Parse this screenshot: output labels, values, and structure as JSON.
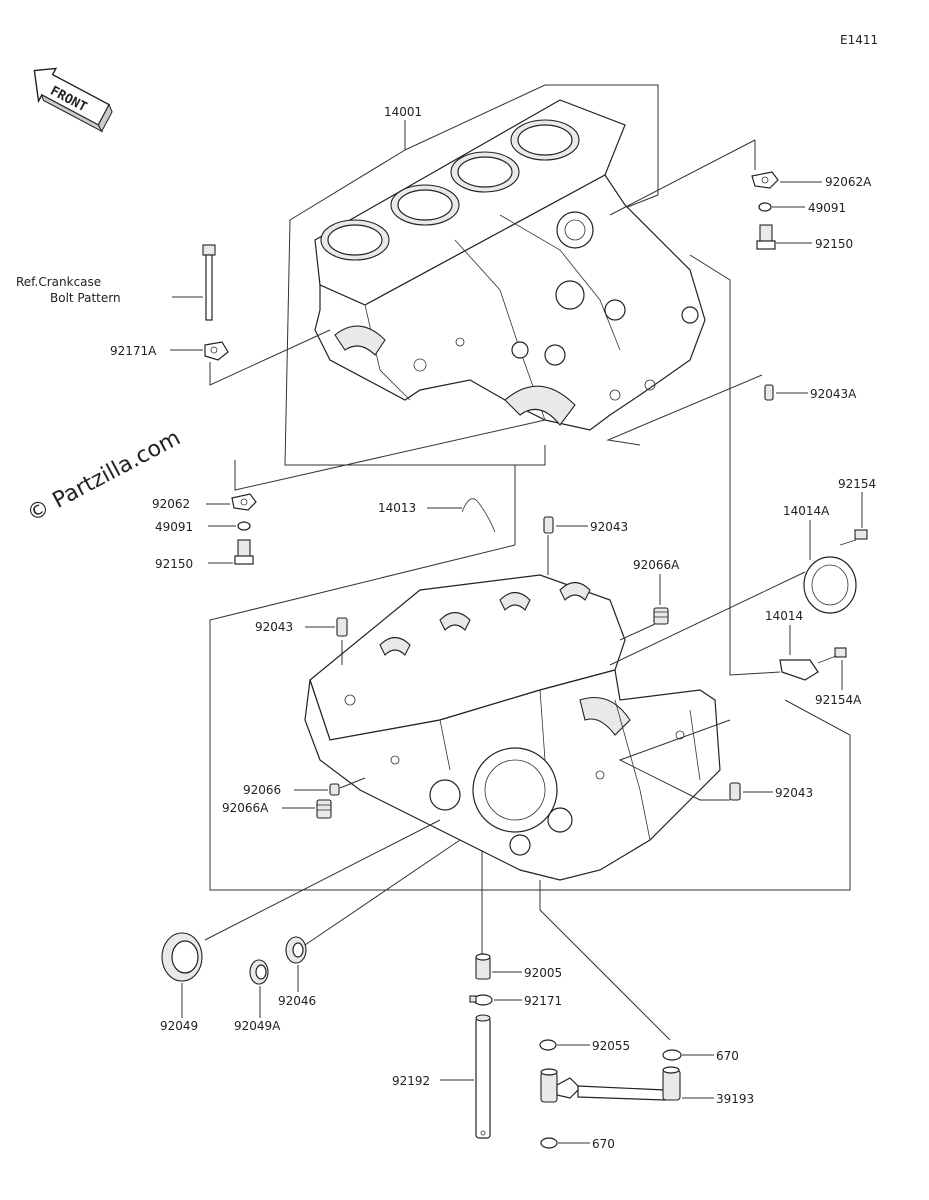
{
  "diagram_code": "E1411",
  "watermark": "© Partzilla.com",
  "front_label": "FRONT",
  "reference_note": {
    "line1": "Ref.Crankcase",
    "line2": "Bolt Pattern"
  },
  "parts": {
    "p14001": "14001",
    "p92062A": "92062A",
    "p49091_top": "49091",
    "p92150_top": "92150",
    "p92171A": "92171A",
    "p92043A": "92043A",
    "p92062": "92062",
    "p49091_left": "49091",
    "p92150_left": "92150",
    "p14013": "14013",
    "p92043_mid": "92043",
    "p92154": "92154",
    "p14014A": "14014A",
    "p92066A_right": "92066A",
    "p92043_left": "92043",
    "p14014": "14014",
    "p92154A": "92154A",
    "p92066": "92066",
    "p92066A_left": "92066A",
    "p92043_right": "92043",
    "p92005": "92005",
    "p92171": "92171",
    "p92049": "92049",
    "p92049A": "92049A",
    "p92046": "92046",
    "p92055": "92055",
    "p670_top": "670",
    "p39193": "39193",
    "p92192": "92192",
    "p670_bottom": "670"
  }
}
